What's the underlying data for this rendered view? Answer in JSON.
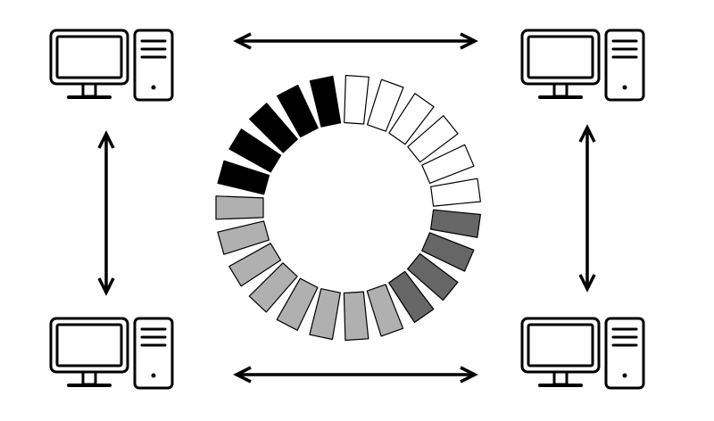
{
  "nodes": [
    {
      "id": "top-left",
      "icon": "desktop-computer-icon"
    },
    {
      "id": "top-right",
      "icon": "desktop-computer-icon"
    },
    {
      "id": "bottom-left",
      "icon": "desktop-computer-icon"
    },
    {
      "id": "bottom-right",
      "icon": "desktop-computer-icon"
    }
  ],
  "links": [
    {
      "from": "top-left",
      "to": "top-right",
      "icon": "double-arrow-icon"
    },
    {
      "from": "bottom-left",
      "to": "bottom-right",
      "icon": "double-arrow-icon"
    },
    {
      "from": "top-left",
      "to": "bottom-left",
      "icon": "double-arrow-icon"
    },
    {
      "from": "top-right",
      "to": "bottom-right",
      "icon": "double-arrow-icon"
    }
  ],
  "spinner": {
    "icon": "loading-spinner-icon",
    "segment_fills": [
      "#ffffff",
      "#ffffff",
      "#ffffff",
      "#ffffff",
      "#ffffff",
      "#ffffff",
      "#666666",
      "#666666",
      "#666666",
      "#666666",
      "#b0b0b0",
      "#b0b0b0",
      "#b0b0b0",
      "#b0b0b0",
      "#b0b0b0",
      "#b0b0b0",
      "#b0b0b0",
      "#b0b0b0",
      "#000000",
      "#000000",
      "#000000",
      "#000000",
      "#000000"
    ],
    "stroke": "#000000"
  }
}
